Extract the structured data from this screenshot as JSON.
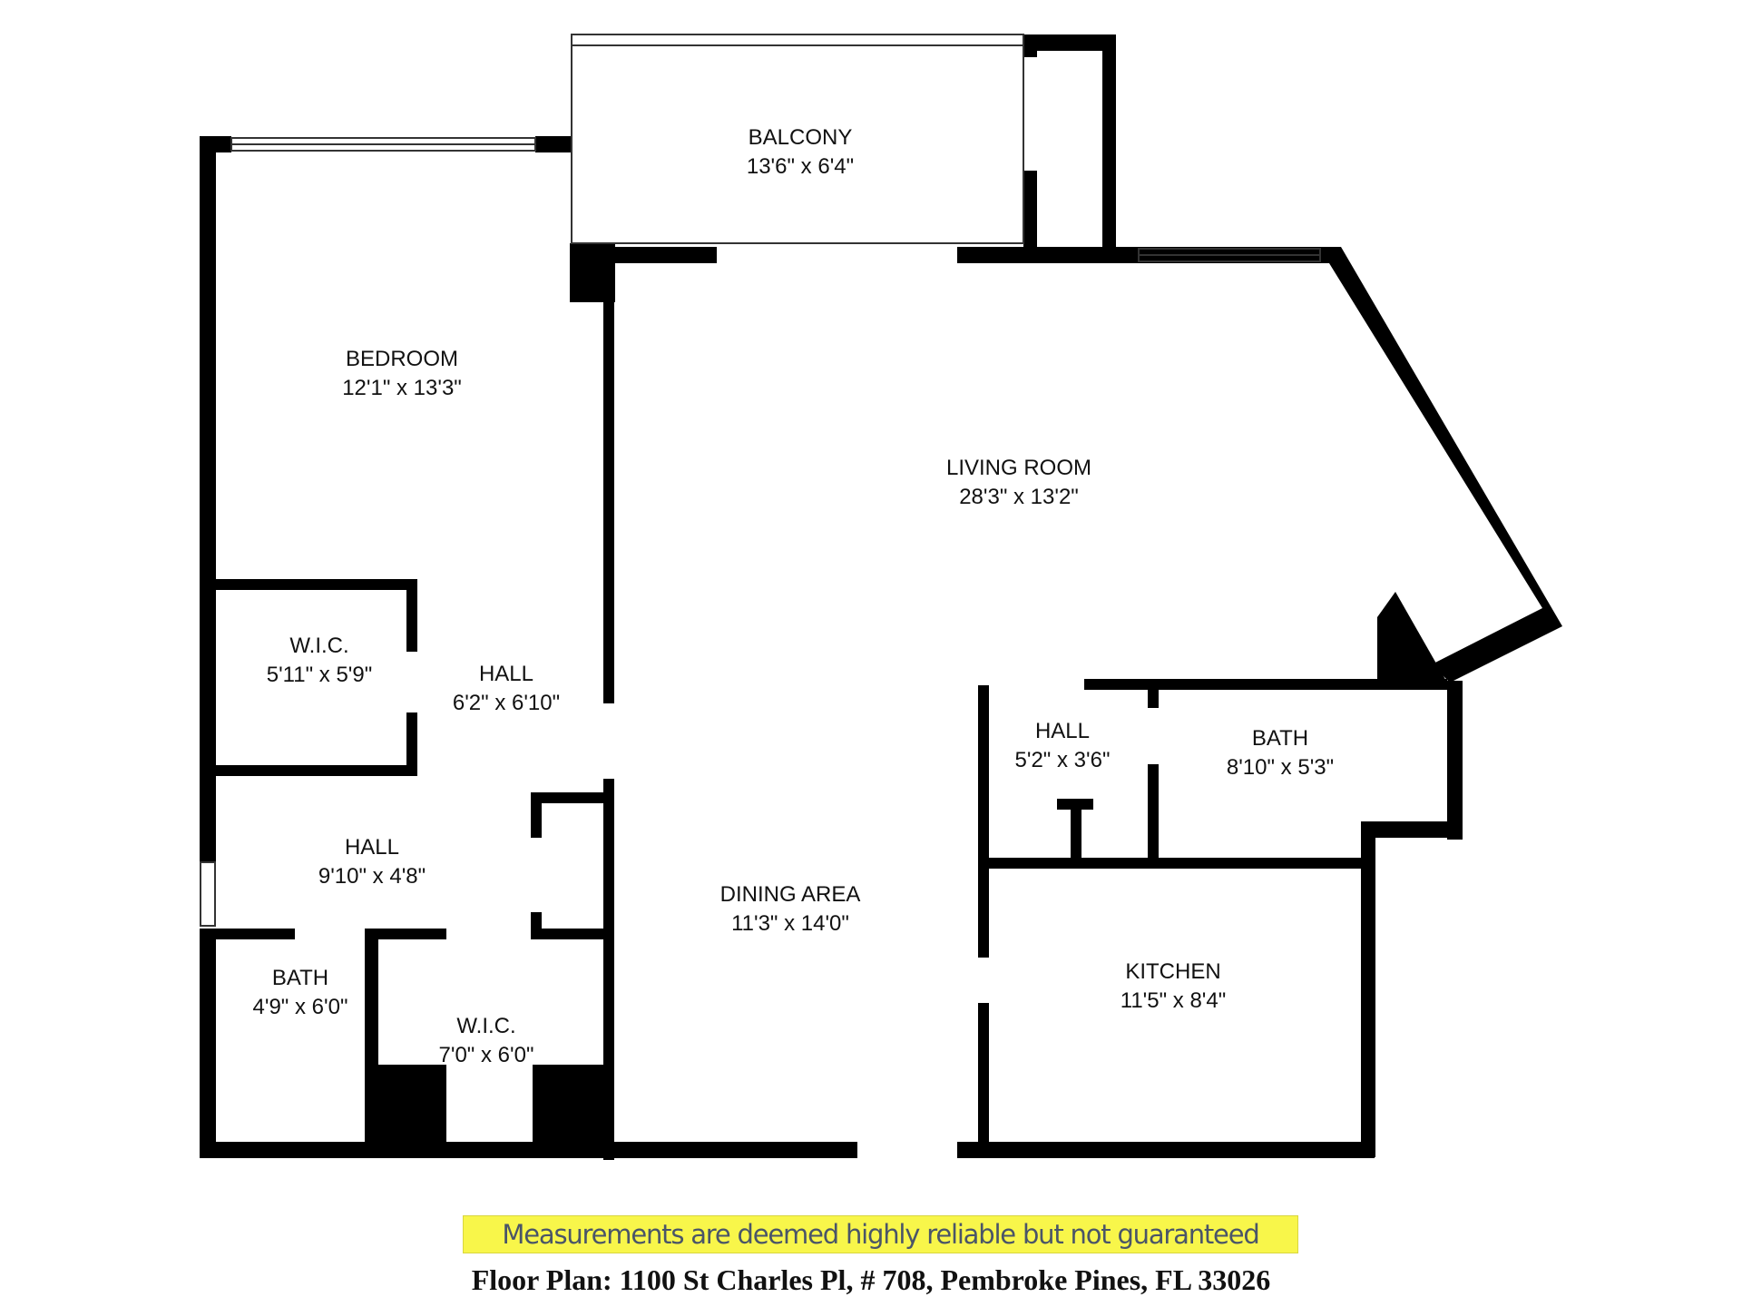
{
  "rooms": {
    "balcony": {
      "name": "BALCONY",
      "size": "13'6\" x 6'4\""
    },
    "bedroom": {
      "name": "BEDROOM",
      "size": "12'1\" x 13'3\""
    },
    "living_room": {
      "name": "LIVING ROOM",
      "size": "28'3\" x 13'2\""
    },
    "wic_1": {
      "name": "W.I.C.",
      "size": "5'11\" x 5'9\""
    },
    "hall_1": {
      "name": "HALL",
      "size": "6'2\" x 6'10\""
    },
    "hall_2": {
      "name": "HALL",
      "size": "9'10\" x 4'8\""
    },
    "hall_3": {
      "name": "HALL",
      "size": "5'2\" x 3'6\""
    },
    "bath_1": {
      "name": "BATH",
      "size": "8'10\" x 5'3\""
    },
    "bath_2": {
      "name": "BATH",
      "size": "4'9\" x 6'0\""
    },
    "wic_2": {
      "name": "W.I.C.",
      "size": "7'0\" x 6'0\""
    },
    "dining_area": {
      "name": "DINING AREA",
      "size": "11'3\" x 14'0\""
    },
    "kitchen": {
      "name": "KITCHEN",
      "size": "11'5\" x 8'4\""
    }
  },
  "footer": {
    "disclaimer": "Measurements are deemed highly reliable but not guaranteed",
    "address": "Floor Plan: 1100 St Charles Pl, # 708,  Pembroke Pines, FL 33026"
  },
  "colors": {
    "wall": "#000000",
    "background": "#ffffff",
    "highlight": "#f8f64a"
  }
}
